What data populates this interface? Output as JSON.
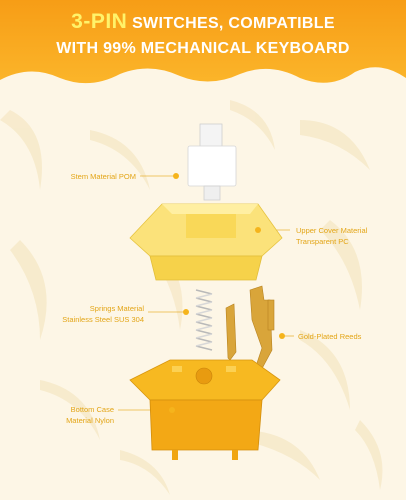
{
  "headline": {
    "highlight": "3-PIN",
    "line1_rest": " SWITCHES, COMPATIBLE",
    "line2": "WITH 99% MECHANICAL KEYBOARD"
  },
  "labels": {
    "stem": "Stem Material POM",
    "upper_cover_1": "Upper Cover Material",
    "upper_cover_2": "Transparent PC",
    "springs_1": "Springs Material",
    "springs_2": "Stainless Steel SUS 304",
    "reeds": "Gold-Plated Reeds",
    "bottom_1": "Bottom Case",
    "bottom_2": "Material Nylon"
  },
  "colors": {
    "header": "#f7a81b",
    "highlight": "#fff36a",
    "label": "#e3a516",
    "background": "#fdf6e6"
  }
}
